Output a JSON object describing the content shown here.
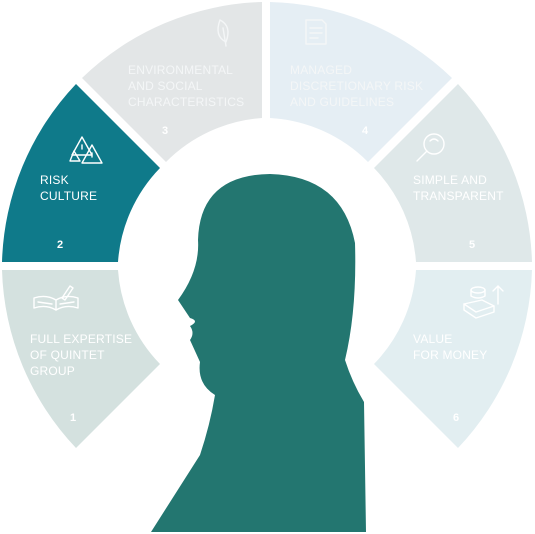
{
  "segments": [
    {
      "id": 1,
      "number": "1",
      "lines": [
        "FULL EXPERTISE",
        "OF QUINTET",
        "GROUP"
      ],
      "color": "#d4e1df",
      "icon": "book-pen-icon"
    },
    {
      "id": 2,
      "number": "2",
      "lines": [
        "RISK",
        "CULTURE"
      ],
      "color": "#0f7a8a",
      "icon": "warning-triangles-icon"
    },
    {
      "id": 3,
      "number": "3",
      "lines": [
        "ENVIRONMENTAL",
        "AND SOCIAL",
        "CHARACTERISTICS"
      ],
      "color": "#e3e6e7",
      "icon": "leaf-icon"
    },
    {
      "id": 4,
      "number": "4",
      "lines": [
        "MANAGED",
        "DISCRETIONARY RISK",
        "AND GUIDELINES"
      ],
      "color": "#e5eef4",
      "icon": "document-icon"
    },
    {
      "id": 5,
      "number": "5",
      "lines": [
        "SIMPLE AND",
        "TRANSPARENT"
      ],
      "color": "#dfe8e9",
      "icon": "magnifier-icon"
    },
    {
      "id": 6,
      "number": "6",
      "lines": [
        "VALUE",
        "FOR MONEY"
      ],
      "color": "#e2eef1",
      "icon": "money-growth-icon"
    }
  ],
  "center_figure": {
    "icon": "human-head-silhouette-icon",
    "color": "#237670"
  }
}
